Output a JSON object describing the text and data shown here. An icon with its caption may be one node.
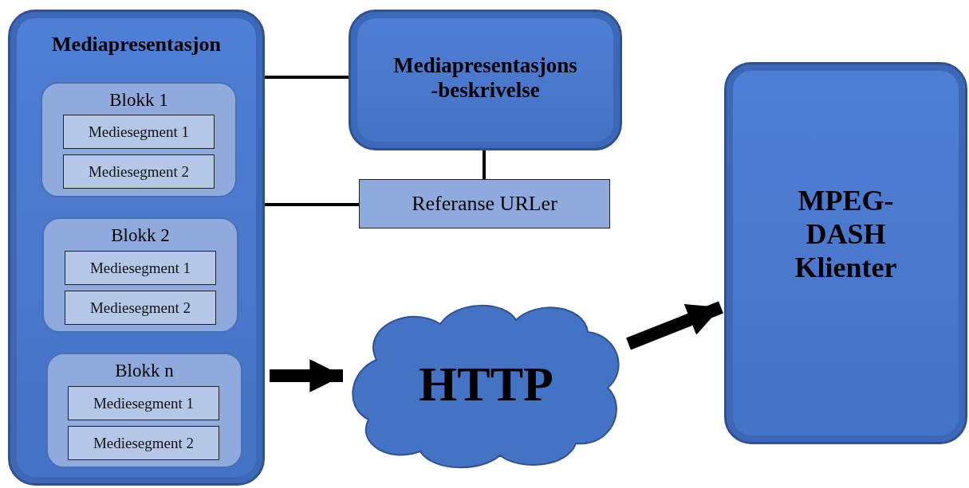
{
  "diagram": {
    "nodes": [
      {
        "text": [
          "Mediapresentasjon"
        ]
      },
      {
        "text": [
          "Blokk 1"
        ],
        "in": 0
      },
      {
        "text": [
          "Mediesegment 1"
        ],
        "in": 1
      },
      {
        "text": [
          "Mediesegment 2"
        ],
        "in": 1
      },
      {
        "text": [
          "Blokk 2"
        ],
        "in": 0
      },
      {
        "text": [
          "Mediesegment 1"
        ],
        "in": 4
      },
      {
        "text": [
          "Mediesegment 2"
        ],
        "in": 4
      },
      {
        "text": [
          "Blokk n"
        ],
        "in": 0
      },
      {
        "text": [
          "Mediesegment 1"
        ],
        "in": 7
      },
      {
        "text": [
          "Mediesegment 2"
        ],
        "in": 7
      },
      {
        "text": [
          "Mediapresentasjons -beskrivelse"
        ]
      },
      {
        "text": [
          "Referanse URLer"
        ]
      },
      {
        "text": [
          "HTTP"
        ]
      },
      {
        "text": [
          "MPEG- DASH Klienter"
        ]
      }
    ],
    "edges": [
      {
        "from": 0,
        "to": 10,
        "arrow": "none"
      },
      {
        "from": 10,
        "to": 11,
        "arrow": "none"
      },
      {
        "from": 0,
        "to": 11,
        "arrow": "none"
      },
      {
        "from": 0,
        "to": 12,
        "arrow": "to",
        "style": "thick"
      },
      {
        "from": 12,
        "to": 13,
        "arrow": "to",
        "style": "thick"
      }
    ]
  }
}
